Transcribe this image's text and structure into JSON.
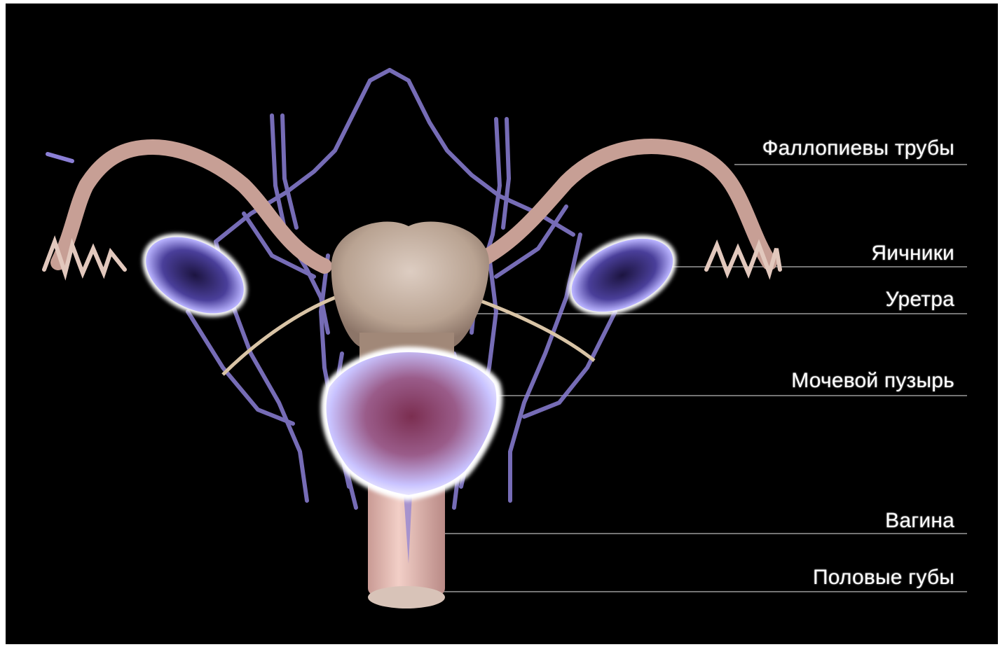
{
  "labels": {
    "fallopian": "Фаллопиевы трубы",
    "ovaries": "Яичники",
    "urethra": "Уретра",
    "bladder": "Мочевой пузырь",
    "vagina": "Вагина",
    "labia": "Половые губы"
  },
  "colors": {
    "background": "#000000",
    "tissue": "#d7b5a9",
    "vessel": "#8b7fd6",
    "ovary_glow": "#c7c2ff",
    "bladder_inner": "#8a3c63",
    "leader_line": "#9a9a9a"
  },
  "icons": {
    "anatomy": "female-reproductive-system-illustration"
  }
}
